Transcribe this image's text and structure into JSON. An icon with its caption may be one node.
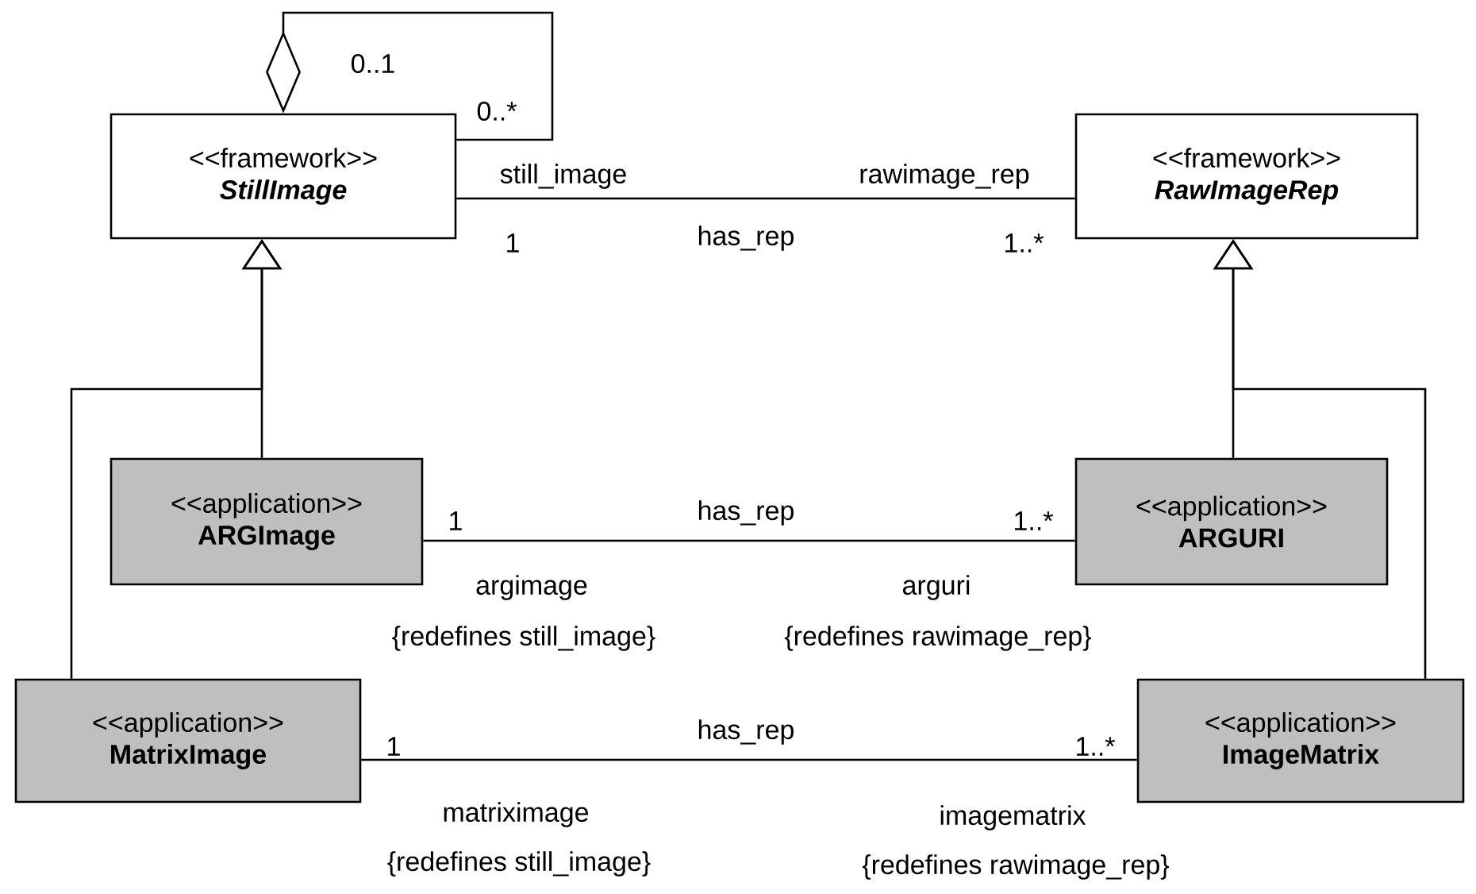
{
  "diagram": {
    "nodes": [
      {
        "text": [
          "<<framework>>",
          "StillImage"
        ]
      },
      {
        "text": [
          "<<framework>>",
          "RawImageRep"
        ]
      },
      {
        "text": [
          "<<application>>",
          "ARGImage"
        ]
      },
      {
        "text": [
          "<<application>>",
          "ARGURI"
        ]
      },
      {
        "text": [
          "<<application>>",
          "MatrixImage"
        ]
      },
      {
        "text": [
          "<<application>>",
          "ImageMatrix"
        ]
      }
    ],
    "edges": [
      {
        "from": 0,
        "to": 0,
        "arrow": "other"
      },
      {
        "from": 0,
        "to": 1,
        "arrow": "none",
        "label": "has_rep"
      },
      {
        "from": 2,
        "to": 0,
        "arrow": "to"
      },
      {
        "from": 3,
        "to": 1,
        "arrow": "to"
      },
      {
        "from": 4,
        "to": 0,
        "arrow": "to"
      },
      {
        "from": 5,
        "to": 1,
        "arrow": "to"
      },
      {
        "from": 2,
        "to": 3,
        "arrow": "none",
        "label": "has_rep"
      },
      {
        "from": 4,
        "to": 5,
        "arrow": "none",
        "label": "has_rep"
      }
    ],
    "labels": [
      "0..1",
      "0..*",
      "still_image",
      "rawimage_rep",
      "1",
      "1..*",
      "1",
      "1..*",
      "argimage",
      "arguri",
      "{redefines still_image}",
      "{redefines rawimage_rep}",
      "1",
      "1..*",
      "matriximage",
      "imagematrix",
      "{redefines still_image}",
      "{redefines rawimage_rep}"
    ]
  }
}
